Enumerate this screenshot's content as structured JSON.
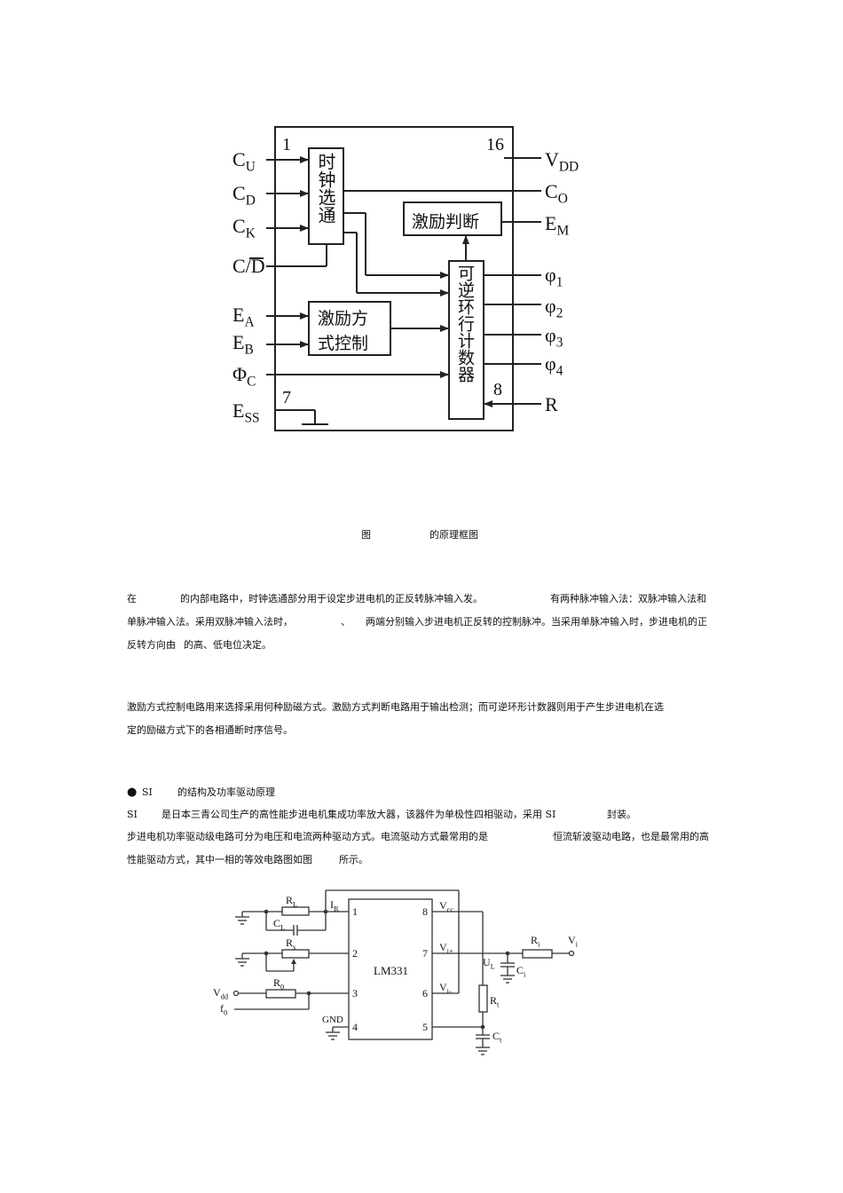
{
  "figure1": {
    "blocks": {
      "clock": "时钟选通",
      "excite_judge": "激励判断",
      "excite_ctrl_l1": "激励方",
      "excite_ctrl_l2": "式控制",
      "counter": "可逆环行计数器"
    },
    "pins_left": [
      "C",
      "C",
      "C",
      "C/D",
      "E",
      "E",
      "Φ",
      "E"
    ],
    "pins_left_sub": [
      "U",
      "D",
      "K",
      "",
      "A",
      "B",
      "C",
      "SS"
    ],
    "pins_right": [
      "V",
      "C",
      "E",
      "φ",
      "φ",
      "φ",
      "φ",
      "R"
    ],
    "pins_right_sub": [
      "DD",
      "O",
      "M",
      "1",
      "2",
      "3",
      "4",
      ""
    ],
    "pin_numbers": [
      "1",
      "16",
      "7",
      "8"
    ],
    "caption_prefix": "图",
    "caption_suffix": "的原理框图"
  },
  "paragraph1": {
    "l1a": "在",
    "l1b": "的内部电路中，时钟选通部分用于设定步进电机的正反转脉冲输入发。",
    "l1c": "有两种脉冲输入法：双脉冲输入法和",
    "l2a": "单脉冲输入法。采用双脉冲输入法时，",
    "l2b": "、",
    "l2c": "两端分别输入步进电机正反转的控制脉冲。当采用单脉冲输入时，步进电机的正",
    "l3a": "反转方向由",
    "l3b": "的高、低电位决定。"
  },
  "paragraph2": {
    "l1": "激励方式控制电路用来选择采用何种励磁方式。激励方式判断电路用于输出检测；而可逆环形计数器则用于产生步进电机在选",
    "l2": "定的励磁方式下的各相通断时序信号。"
  },
  "section": {
    "bullet": "●",
    "title_a": "SI",
    "title_b": "的结构及功率驱动原理",
    "p1a": "SI",
    "p1b": "是日本三青公司生产的高性能步进电机集成功率放大器，该器件为单极性四相驱动，采用 SI",
    "p1c": "封装。",
    "p2a": "步进电机功率驱动级电路可分为电压和电流两种驱动方式。电流驱动方式最常用的是",
    "p2b": "恒流斩波驱动电路，也是最常用的高",
    "p3a": "性能驱动方式，其中一相的等效电路图如图",
    "p3b": "所示。"
  },
  "figure2": {
    "chip": "LM331",
    "pins_left": [
      "1",
      "2",
      "3",
      "4"
    ],
    "pins_right": [
      "8",
      "7",
      "6",
      "5"
    ],
    "labels": {
      "RL": "R",
      "RL_sub": "L",
      "CL": "C",
      "CL_sub": "L",
      "IR": "I",
      "IR_sub": "R",
      "Rs": "R",
      "Rs_sub": "s",
      "R0": "R",
      "R0_sub": "0",
      "Vdd": "V",
      "Vdd_sub": "dd",
      "f0": "f",
      "f0_sub": "0",
      "GND": "GND",
      "Vcc": "V",
      "Vcc_sub": "cc",
      "Vip": "V",
      "Vip_sub": "i+",
      "Vim": "V",
      "Vim_sub": "i-",
      "UL": "U",
      "UL_sub": "L",
      "Ri": "R",
      "Ri_sub": "i",
      "Vi": "V",
      "Vi_sub": "i",
      "Ci": "C",
      "Ci_sub": "i",
      "Rt": "R",
      "Rt_sub": "t",
      "Ct": "C",
      "Ct_sub": "t"
    }
  }
}
